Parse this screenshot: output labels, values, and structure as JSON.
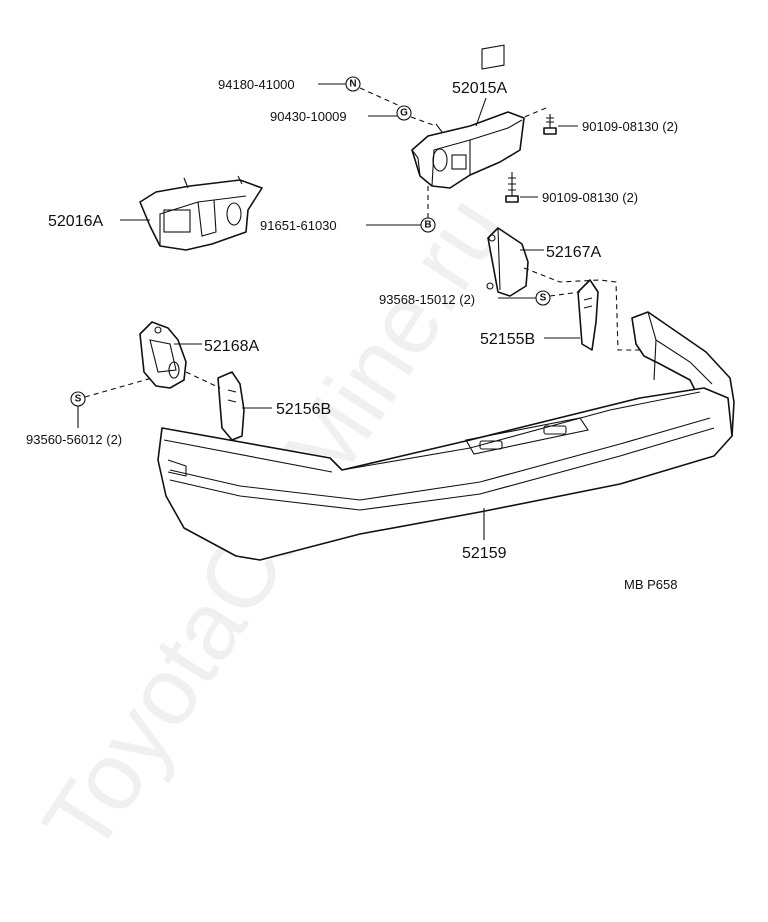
{
  "parts": {
    "p52015A": "52015A",
    "p52016A": "52016A",
    "p52167A": "52167A",
    "p52155B": "52155B",
    "p52168A": "52168A",
    "p52156B": "52156B",
    "p52159": "52159"
  },
  "fasteners": {
    "f94180": "94180-41000",
    "f90430": "90430-10009",
    "f90109a": "90109-08130 (2)",
    "f90109b": "90109-08130 (2)",
    "f91651": "91651-61030",
    "f93568": "93568-15012 (2)",
    "f93560": "93560-56012 (2)"
  },
  "symbols": {
    "n": "N",
    "g": "G",
    "b": "B",
    "s1": "S",
    "s2": "S"
  },
  "figure_code": "MB  P658",
  "watermark": "ToyotaCarMine.ru"
}
